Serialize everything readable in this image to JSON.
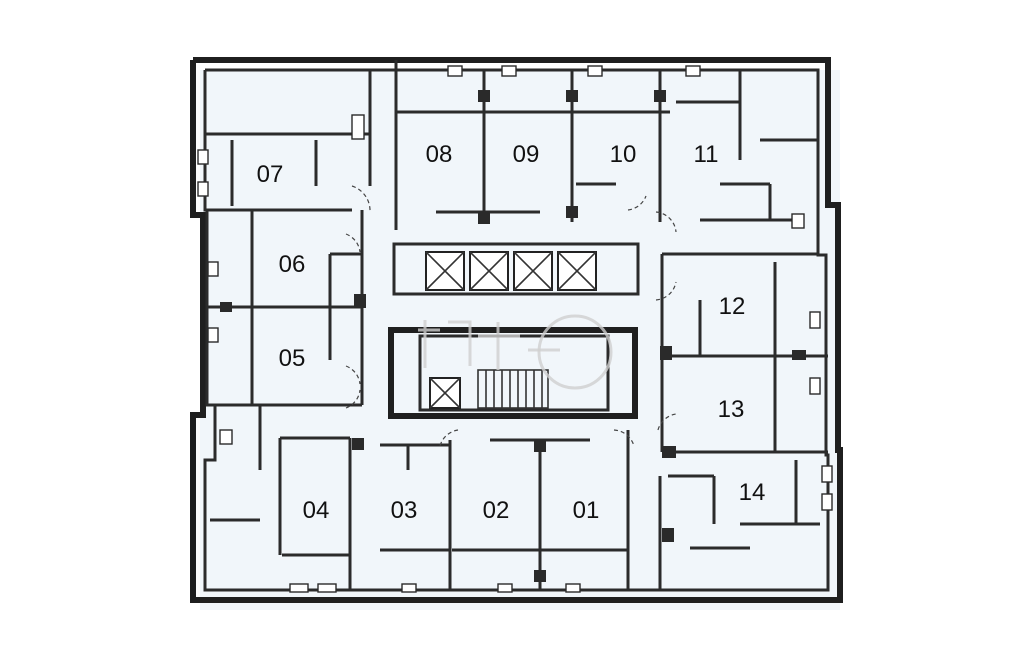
{
  "units": [
    "01",
    "02",
    "03",
    "04",
    "05",
    "06",
    "07",
    "08",
    "09",
    "10",
    "11",
    "12",
    "13",
    "14"
  ],
  "colors": {
    "wall": "#2b2b2b",
    "background": "#ffffff",
    "tint": "#e6eff5"
  },
  "icons": [
    "elevator-icon",
    "stair-icon",
    "watermark-logo"
  ]
}
